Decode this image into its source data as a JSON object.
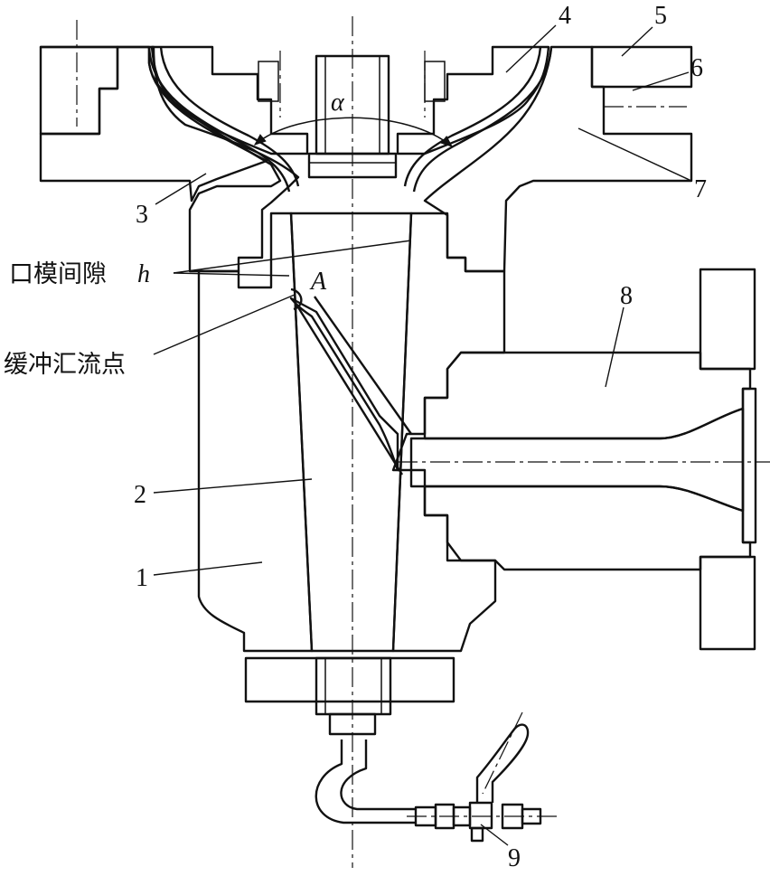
{
  "labels": {
    "n1": "1",
    "n2": "2",
    "n3": "3",
    "n4": "4",
    "n5": "5",
    "n6": "6",
    "n7": "7",
    "n8": "8",
    "n9": "9",
    "alpha": "α",
    "point_a": "A",
    "gap_text": "口模间隙",
    "gap_symbol": "h",
    "buffer_point": "缓冲汇流点"
  }
}
